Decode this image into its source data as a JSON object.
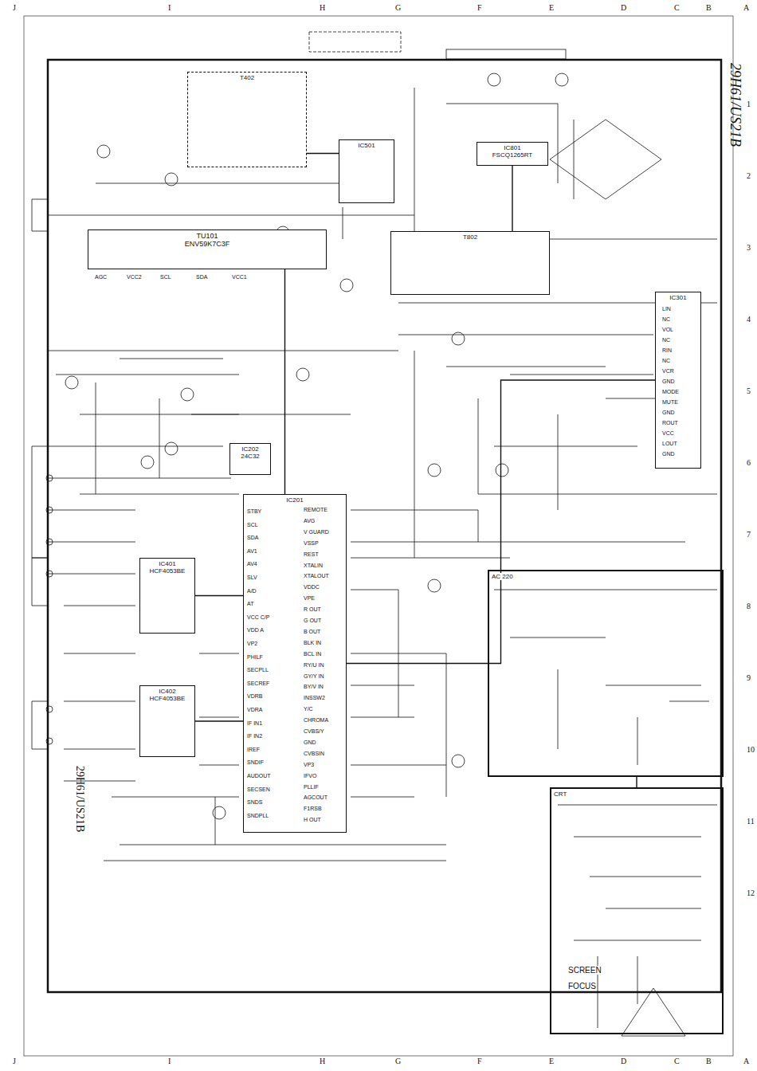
{
  "diagram": {
    "nodes": [
      {
        "text": [
          "TU101",
          "ENV59K7C3F"
        ]
      },
      {
        "text": [
          "IC801",
          "FSCQ1265RT"
        ]
      },
      {
        "text": [
          "T402"
        ]
      },
      {
        "text": [
          "T802"
        ]
      },
      {
        "text": [
          "IC201"
        ]
      },
      {
        "text": [
          "IC301"
        ]
      },
      {
        "text": [
          "IC401",
          "HCF4053BE"
        ]
      },
      {
        "text": [
          "IC402",
          "HCF4053BE"
        ]
      },
      {
        "text": [
          "IC501"
        ]
      },
      {
        "text": [
          "IC202",
          "24C32"
        ]
      },
      {
        "text": [
          "AC 220"
        ]
      },
      {
        "text": [
          "CRT"
        ]
      }
    ],
    "edges": [
      {
        "from": 0,
        "to": 4,
        "arrow": "none"
      },
      {
        "from": 4,
        "to": 5,
        "arrow": "none"
      },
      {
        "from": 4,
        "to": 6,
        "arrow": "none"
      },
      {
        "from": 4,
        "to": 7,
        "arrow": "none"
      },
      {
        "from": 10,
        "to": 11,
        "arrow": "none"
      },
      {
        "from": 1,
        "to": 3,
        "arrow": "none"
      },
      {
        "from": 8,
        "to": 2,
        "arrow": "none"
      }
    ],
    "labels": [
      "29H61/US21B",
      "29H61/US21B",
      "J",
      "I",
      "H",
      "G",
      "F",
      "E",
      "D",
      "C",
      "B",
      "A",
      "J",
      "I",
      "H",
      "G",
      "F",
      "E",
      "D",
      "C",
      "B",
      "A",
      "1",
      "2",
      "3",
      "4",
      "5",
      "6",
      "7",
      "8",
      "9",
      "10",
      "11",
      "12",
      "STBY",
      "SCL",
      "SDA",
      "AV1",
      "AV4",
      "SLV",
      "A/D",
      "AT",
      "VCC C/P",
      "VDD A",
      "VP2",
      "PHILF",
      "SECPLL",
      "SECREF",
      "VDRB",
      "VDRA",
      "IF IN1",
      "IF IN2",
      "IREF",
      "SNDIF",
      "AUDOUT",
      "SECSEN",
      "SNDS",
      "SNDPLL",
      "REMOTE",
      "AVG",
      "V GUARD",
      "VSSP",
      "REST",
      "XTALIN",
      "XTALOUT",
      "VDDC",
      "VPE",
      "R OUT",
      "G OUT",
      "B OUT",
      "BLK IN",
      "BCL IN",
      "RY/U IN",
      "GY/Y IN",
      "BY/V IN",
      "INSSW2",
      "Y/C",
      "CHROMA",
      "CVBS/Y",
      "GND",
      "CVBSIN",
      "VP3",
      "IFVO",
      "PLLIF",
      "AGCOUT",
      "F1RSB",
      "H OUT",
      "LIN",
      "NC",
      "VOL",
      "NC",
      "RIN",
      "NC",
      "VCR",
      "GND",
      "MODE",
      "MUTE",
      "GND",
      "ROUT",
      "VCC",
      "LOUT",
      "GND",
      "AGC",
      "VCC2",
      "SCL",
      "SDA",
      "VCC1",
      "FOCUS",
      "SCREEN"
    ]
  }
}
